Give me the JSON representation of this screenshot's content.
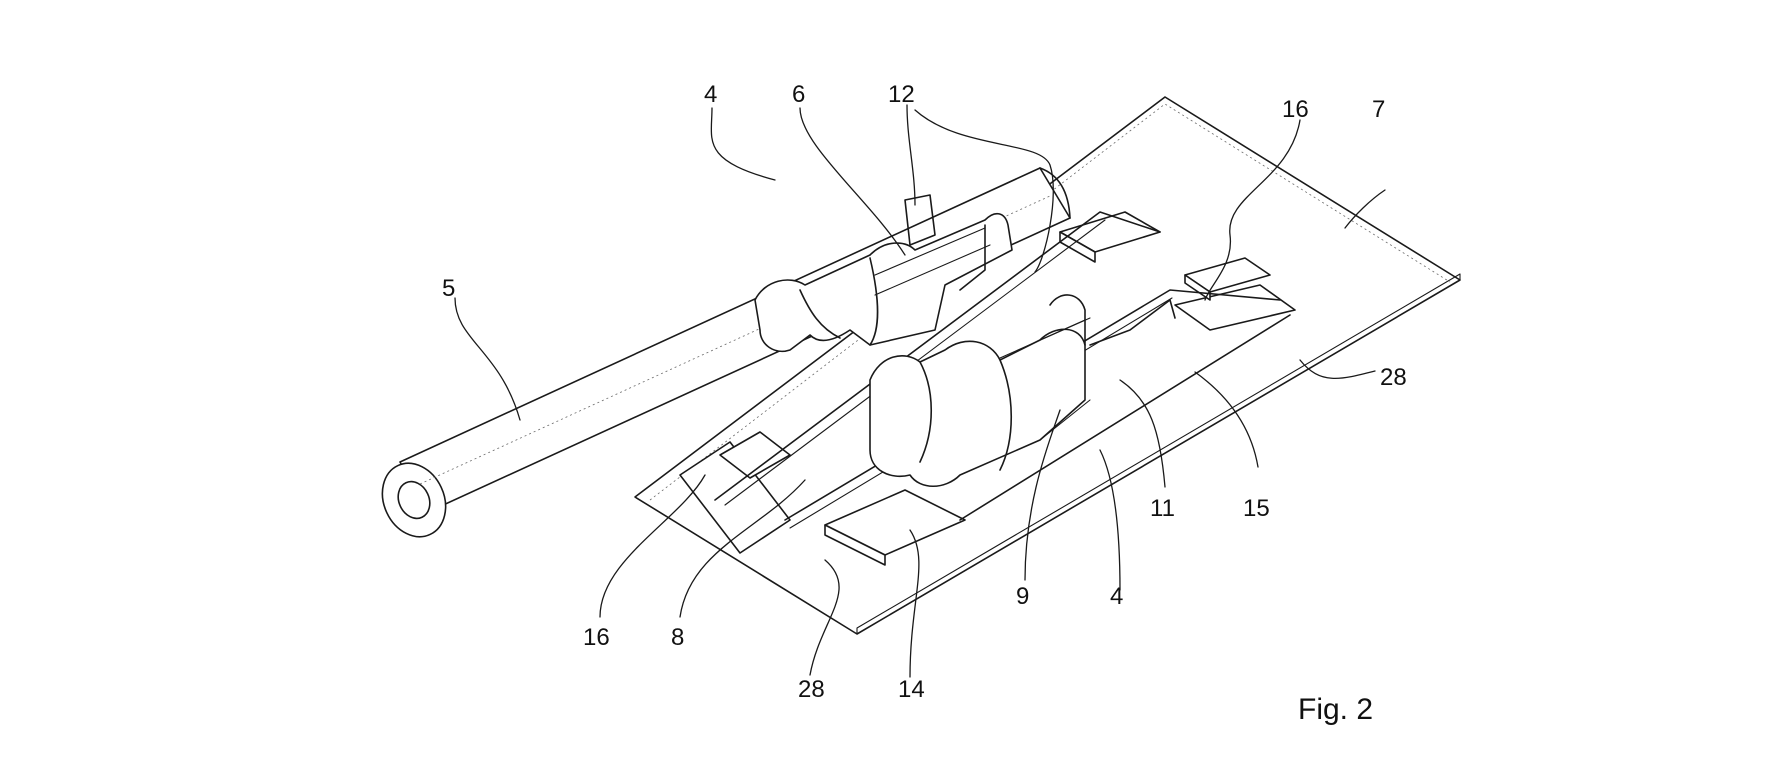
{
  "figure": {
    "caption": "Fig. 2",
    "labels": {
      "cable_5": "5",
      "connector_4_top": "4",
      "part_6": "6",
      "part_12": "12",
      "contact_16_right": "16",
      "board_7": "7",
      "strip_28_right": "28",
      "part_15": "15",
      "part_11": "11",
      "connector_4_bottom": "4",
      "part_9": "9",
      "part_14": "14",
      "strip_28_left": "28",
      "part_8": "8",
      "contact_16_left": "16"
    }
  }
}
